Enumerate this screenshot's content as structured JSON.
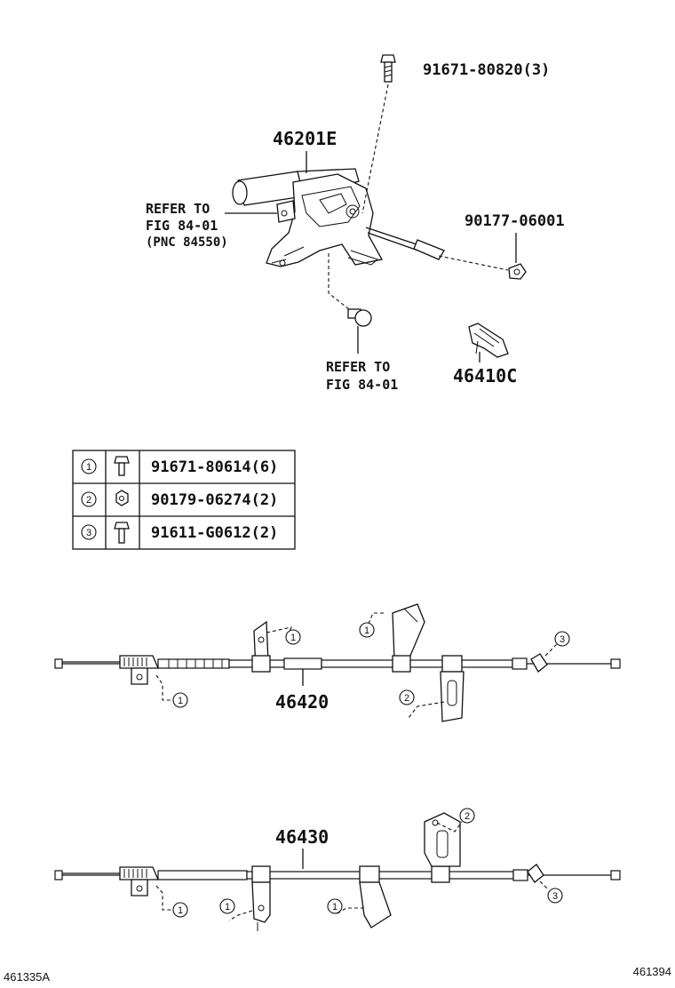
{
  "top_assembly": {
    "part_lever": "46201E",
    "part_bolt_top": "91671-80820(3)",
    "part_nut_right": "90177-06001",
    "part_clip": "46410C",
    "refer_left": [
      "REFER TO",
      "FIG 84-01",
      "(PNC 84550)"
    ],
    "refer_bottom": [
      "REFER TO",
      "FIG 84-01"
    ]
  },
  "fastener_table": {
    "rows": [
      {
        "ref": "1",
        "icon": "bolt-icon",
        "part": "91671-80614(6)"
      },
      {
        "ref": "2",
        "icon": "nut-icon",
        "part": "90179-06274(2)"
      },
      {
        "ref": "3",
        "icon": "bolt-icon",
        "part": "91611-G0612(2)"
      }
    ]
  },
  "cable_upper": {
    "part": "46420",
    "callouts": [
      "1",
      "1",
      "1",
      "2",
      "3"
    ]
  },
  "cable_lower": {
    "part": "46430",
    "callouts": [
      "1",
      "1",
      "1",
      "2",
      "3"
    ]
  },
  "footer": {
    "left_code": "461335A",
    "right_code": "461394"
  }
}
